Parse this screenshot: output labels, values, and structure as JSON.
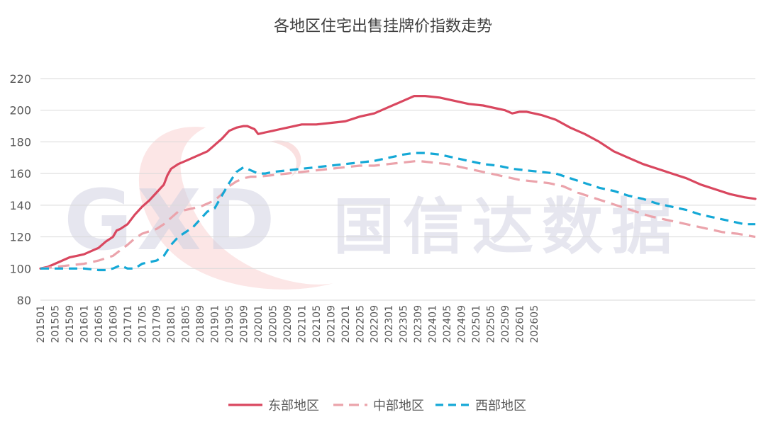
{
  "chart_data": {
    "type": "line",
    "title": "各地区住宅出售挂牌价指数走势",
    "xlabel": "",
    "ylabel": "",
    "ylim": [
      80,
      220
    ],
    "yticks": [
      80,
      100,
      120,
      140,
      160,
      180,
      200,
      220
    ],
    "grid": true,
    "legend": "bottom",
    "watermark": {
      "text": "国信达数据",
      "logo": "GXD"
    },
    "x_tick_labels": [
      "201501",
      "201505",
      "201509",
      "201601",
      "201605",
      "201609",
      "201701",
      "201705",
      "201709",
      "201801",
      "201805",
      "201809",
      "201901",
      "201905",
      "201909",
      "202001",
      "202005",
      "202009",
      "202101",
      "202105",
      "202109",
      "202201",
      "202205",
      "202209",
      "202301",
      "202305",
      "202309",
      "202401",
      "202405",
      "202409",
      "202501",
      "202505",
      "202509",
      "202601",
      "202605"
    ],
    "series": [
      {
        "name": "东部地区",
        "color": "#d9475f",
        "dash": "solid",
        "points": [
          [
            0,
            100
          ],
          [
            2,
            101
          ],
          [
            4,
            103
          ],
          [
            6,
            105
          ],
          [
            8,
            107
          ],
          [
            10,
            108
          ],
          [
            12,
            109
          ],
          [
            14,
            111
          ],
          [
            16,
            113
          ],
          [
            18,
            117
          ],
          [
            20,
            120
          ],
          [
            21,
            124
          ],
          [
            22,
            125
          ],
          [
            24,
            128
          ],
          [
            26,
            134
          ],
          [
            28,
            139
          ],
          [
            30,
            143
          ],
          [
            32,
            148
          ],
          [
            34,
            153
          ],
          [
            35,
            159
          ],
          [
            36,
            163
          ],
          [
            38,
            166
          ],
          [
            40,
            168
          ],
          [
            42,
            170
          ],
          [
            44,
            172
          ],
          [
            46,
            174
          ],
          [
            48,
            178
          ],
          [
            50,
            182
          ],
          [
            52,
            187
          ],
          [
            54,
            189
          ],
          [
            56,
            190
          ],
          [
            57,
            190
          ],
          [
            59,
            188
          ],
          [
            60,
            185
          ],
          [
            62,
            186
          ],
          [
            64,
            187
          ],
          [
            66,
            188
          ],
          [
            68,
            189
          ],
          [
            70,
            190
          ],
          [
            72,
            191
          ],
          [
            74,
            191
          ],
          [
            76,
            191
          ],
          [
            80,
            192
          ],
          [
            84,
            193
          ],
          [
            88,
            196
          ],
          [
            92,
            198
          ],
          [
            96,
            202
          ],
          [
            100,
            206
          ],
          [
            103,
            209
          ],
          [
            106,
            209
          ],
          [
            110,
            208
          ],
          [
            114,
            206
          ],
          [
            118,
            204
          ],
          [
            122,
            203
          ],
          [
            126,
            201
          ],
          [
            128,
            200
          ],
          [
            130,
            198
          ],
          [
            132,
            199
          ],
          [
            134,
            199
          ],
          [
            138,
            197
          ],
          [
            142,
            194
          ],
          [
            146,
            189
          ],
          [
            150,
            185
          ],
          [
            154,
            180
          ],
          [
            158,
            174
          ],
          [
            162,
            170
          ],
          [
            166,
            166
          ],
          [
            170,
            163
          ],
          [
            174,
            160
          ],
          [
            178,
            157
          ],
          [
            182,
            153
          ],
          [
            186,
            150
          ],
          [
            190,
            147
          ],
          [
            194,
            145
          ],
          [
            197,
            144
          ]
        ]
      },
      {
        "name": "中部地区",
        "color": "#eba3ab",
        "dash": "long-dash",
        "points": [
          [
            0,
            100
          ],
          [
            4,
            101
          ],
          [
            8,
            102
          ],
          [
            12,
            103
          ],
          [
            16,
            105
          ],
          [
            20,
            108
          ],
          [
            24,
            115
          ],
          [
            26,
            119
          ],
          [
            28,
            122
          ],
          [
            32,
            125
          ],
          [
            34,
            128
          ],
          [
            36,
            132
          ],
          [
            38,
            136
          ],
          [
            40,
            137
          ],
          [
            42,
            138
          ],
          [
            44,
            139
          ],
          [
            46,
            141
          ],
          [
            48,
            143
          ],
          [
            50,
            147
          ],
          [
            52,
            152
          ],
          [
            54,
            155
          ],
          [
            56,
            157
          ],
          [
            58,
            158
          ],
          [
            60,
            158
          ],
          [
            64,
            159
          ],
          [
            68,
            160
          ],
          [
            72,
            161
          ],
          [
            76,
            162
          ],
          [
            80,
            163
          ],
          [
            84,
            164
          ],
          [
            88,
            165
          ],
          [
            92,
            165
          ],
          [
            96,
            166
          ],
          [
            100,
            167
          ],
          [
            104,
            168
          ],
          [
            108,
            167
          ],
          [
            112,
            166
          ],
          [
            116,
            164
          ],
          [
            120,
            162
          ],
          [
            124,
            160
          ],
          [
            128,
            158
          ],
          [
            132,
            156
          ],
          [
            136,
            155
          ],
          [
            140,
            154
          ],
          [
            144,
            152
          ],
          [
            148,
            148
          ],
          [
            152,
            145
          ],
          [
            156,
            142
          ],
          [
            160,
            139
          ],
          [
            164,
            136
          ],
          [
            168,
            133
          ],
          [
            172,
            131
          ],
          [
            176,
            129
          ],
          [
            180,
            127
          ],
          [
            184,
            125
          ],
          [
            188,
            123
          ],
          [
            192,
            122
          ],
          [
            197,
            120
          ]
        ]
      },
      {
        "name": "西部地区",
        "color": "#14a8d6",
        "dash": "dash",
        "points": [
          [
            0,
            100
          ],
          [
            4,
            100
          ],
          [
            8,
            100
          ],
          [
            12,
            100
          ],
          [
            16,
            99
          ],
          [
            18,
            99
          ],
          [
            20,
            100
          ],
          [
            22,
            102
          ],
          [
            24,
            100
          ],
          [
            26,
            100
          ],
          [
            28,
            103
          ],
          [
            30,
            104
          ],
          [
            32,
            105
          ],
          [
            34,
            108
          ],
          [
            36,
            115
          ],
          [
            38,
            120
          ],
          [
            40,
            123
          ],
          [
            42,
            126
          ],
          [
            44,
            131
          ],
          [
            46,
            136
          ],
          [
            48,
            138
          ],
          [
            50,
            146
          ],
          [
            52,
            154
          ],
          [
            54,
            161
          ],
          [
            56,
            164
          ],
          [
            58,
            162
          ],
          [
            60,
            160
          ],
          [
            62,
            160
          ],
          [
            64,
            161
          ],
          [
            68,
            162
          ],
          [
            72,
            163
          ],
          [
            76,
            164
          ],
          [
            80,
            165
          ],
          [
            84,
            166
          ],
          [
            88,
            167
          ],
          [
            92,
            168
          ],
          [
            96,
            170
          ],
          [
            100,
            172
          ],
          [
            103,
            173
          ],
          [
            106,
            173
          ],
          [
            110,
            172
          ],
          [
            114,
            170
          ],
          [
            118,
            168
          ],
          [
            122,
            166
          ],
          [
            126,
            165
          ],
          [
            130,
            163
          ],
          [
            134,
            162
          ],
          [
            138,
            161
          ],
          [
            142,
            160
          ],
          [
            146,
            157
          ],
          [
            150,
            154
          ],
          [
            154,
            151
          ],
          [
            158,
            149
          ],
          [
            162,
            146
          ],
          [
            166,
            144
          ],
          [
            170,
            141
          ],
          [
            174,
            139
          ],
          [
            178,
            137
          ],
          [
            182,
            134
          ],
          [
            186,
            132
          ],
          [
            190,
            130
          ],
          [
            194,
            128
          ],
          [
            197,
            128
          ]
        ]
      }
    ]
  }
}
